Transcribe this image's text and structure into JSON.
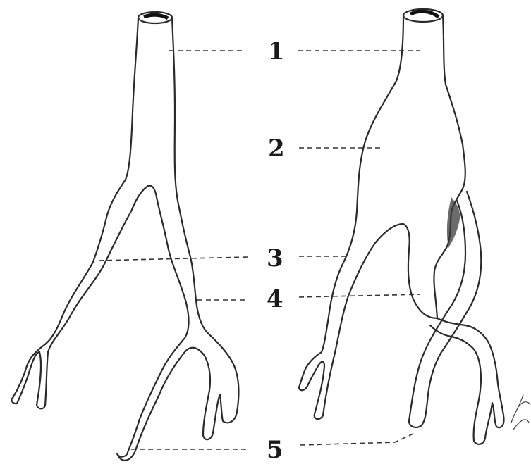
{
  "labels": [
    {
      "id": "label-1",
      "text": "1"
    },
    {
      "id": "label-2",
      "text": "2"
    },
    {
      "id": "label-3",
      "text": "3"
    },
    {
      "id": "label-4",
      "text": "4"
    },
    {
      "id": "label-5",
      "text": "5"
    }
  ],
  "colors": {
    "background": "#ffffff",
    "ink": "#2a2a2a"
  },
  "figures": [
    "normal-aortic-bifurcation",
    "aneurysmal-aortic-bifurcation"
  ]
}
